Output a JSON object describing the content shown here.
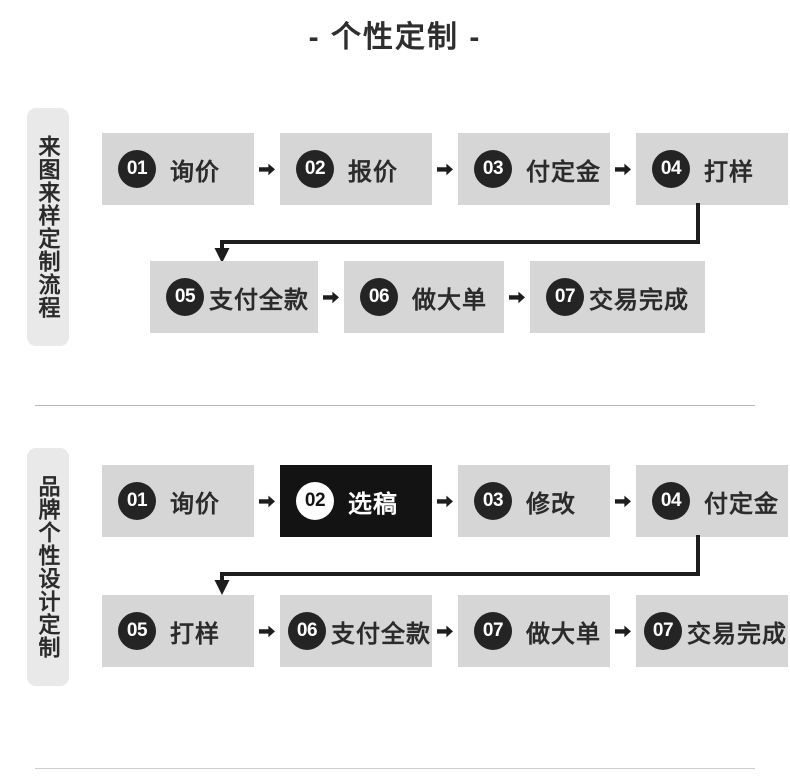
{
  "page": {
    "title": "- 个性定制 -"
  },
  "sections": [
    {
      "side_label": "来图来样定制流程",
      "row1": [
        {
          "num": "01",
          "label": "询价"
        },
        {
          "num": "02",
          "label": "报价"
        },
        {
          "num": "03",
          "label": "付定金"
        },
        {
          "num": "04",
          "label": "打样"
        }
      ],
      "row2": [
        {
          "num": "05",
          "label": "支付全款"
        },
        {
          "num": "06",
          "label": "做大单"
        },
        {
          "num": "07",
          "label": "交易完成"
        }
      ]
    },
    {
      "side_label": "品牌个性设计定制",
      "row1": [
        {
          "num": "01",
          "label": "询价"
        },
        {
          "num": "02",
          "label": "选稿"
        },
        {
          "num": "03",
          "label": "修改"
        },
        {
          "num": "04",
          "label": "付定金"
        }
      ],
      "row2": [
        {
          "num": "05",
          "label": "打样"
        },
        {
          "num": "06",
          "label": "支付全款"
        },
        {
          "num": "07",
          "label": "做大单"
        },
        {
          "num": "07",
          "label": "交易完成"
        }
      ]
    }
  ],
  "icons": {
    "separator": "arrow-right-icon",
    "connector": "elbow-arrow-icon"
  },
  "colors": {
    "box_background": "#d6d6d6",
    "box_background_highlight": "#131313",
    "number_circle": "#242424",
    "side_tab": "#e9e9e9",
    "text": "#2b2b2b",
    "divider": "#b9b9b9"
  }
}
